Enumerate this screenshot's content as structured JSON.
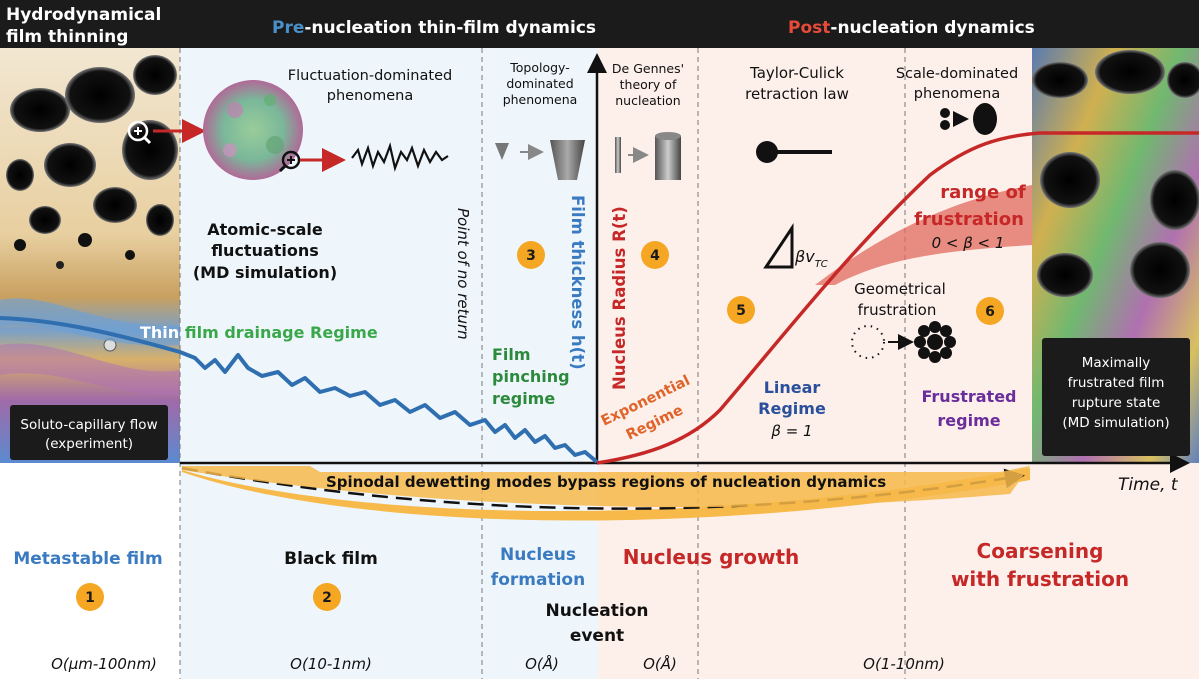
{
  "header": {
    "col1_line1": "Hydrodynamical",
    "col1_line2": "film thinning",
    "pre_prefix": "Pre",
    "pre_rest": "-nucleation thin-film dynamics",
    "post_prefix": "Post",
    "post_rest": "-nucleation dynamics"
  },
  "colors": {
    "header_bg": "#1b1b1b",
    "pre_accent": "#4a90c8",
    "post_accent": "#d63a2a",
    "film_curve": "#2f6fb0",
    "growth_curve": "#c62828",
    "frustration_fill": "#e06a5e",
    "band": "#f6b94a",
    "badge": "#f5a623",
    "drainage_green": "#3aa84a",
    "linear_blue": "#2a4f9c",
    "frustrated_purple": "#6a2d9c",
    "exponential_orange": "#e0632a"
  },
  "annotations": {
    "fluct_title_1": "Fluctuation-dominated",
    "fluct_title_2": "phenomena",
    "topo_1": "Topology-",
    "topo_2": "dominated",
    "topo_3": "phenomena",
    "degennes_1": "De Gennes'",
    "degennes_2": "theory of",
    "degennes_3": "nucleation",
    "taylor_1": "Taylor-Culick",
    "taylor_2": "retraction law",
    "scale_1": "Scale-dominated",
    "scale_2": "phenomena",
    "atomic_1": "Atomic-scale",
    "atomic_2": "fluctuations",
    "atomic_3": "(MD simulation)",
    "point_no_return": "Point of no return",
    "film_thickness": "Film thickness h(t)",
    "nucleus_radius": "Nucleus Radius R(t)",
    "range_1": "range of",
    "range_2": "frustration",
    "beta_range": "0 < β < 1",
    "beta_v": "βv",
    "beta_v_sub": "TC",
    "geo_1": "Geometrical",
    "geo_2": "frustration",
    "thin_film_prefix": "Thin",
    "thin_film_rest": " film drainage Regime",
    "pinch_1": "Film",
    "pinch_2": "pinching",
    "pinch_3": "regime",
    "exp_1": "Exponential",
    "exp_2": "Regime",
    "linear_1": "Linear",
    "linear_2": "Regime",
    "beta_one": "β = 1",
    "frustrated_1": "Frustrated",
    "frustrated_2": "regime",
    "soluto_1": "Soluto-capillary flow",
    "soluto_2": "(experiment)",
    "max_1": "Maximally",
    "max_2": "frustrated film",
    "max_3": "rupture state",
    "max_4": "(MD simulation)",
    "spinodal": "Spinodal dewetting modes bypass regions of nucleation dynamics",
    "time_axis": "Time, t"
  },
  "badges": [
    "1",
    "2",
    "3",
    "4",
    "5",
    "6"
  ],
  "stages": {
    "metastable": "Metastable film",
    "black": "Black film",
    "nucleus_formation_1": "Nucleus",
    "nucleus_formation_2": "formation",
    "nucleation_event_1": "Nucleation",
    "nucleation_event_2": "event",
    "nucleus_growth": "Nucleus growth",
    "coarsening_1": "Coarsening",
    "coarsening_2": "with frustration"
  },
  "scales": [
    "O(μm-100nm)",
    "O(10-1nm)",
    "O(Å)",
    "O(Å)",
    "O(1-10nm)"
  ]
}
